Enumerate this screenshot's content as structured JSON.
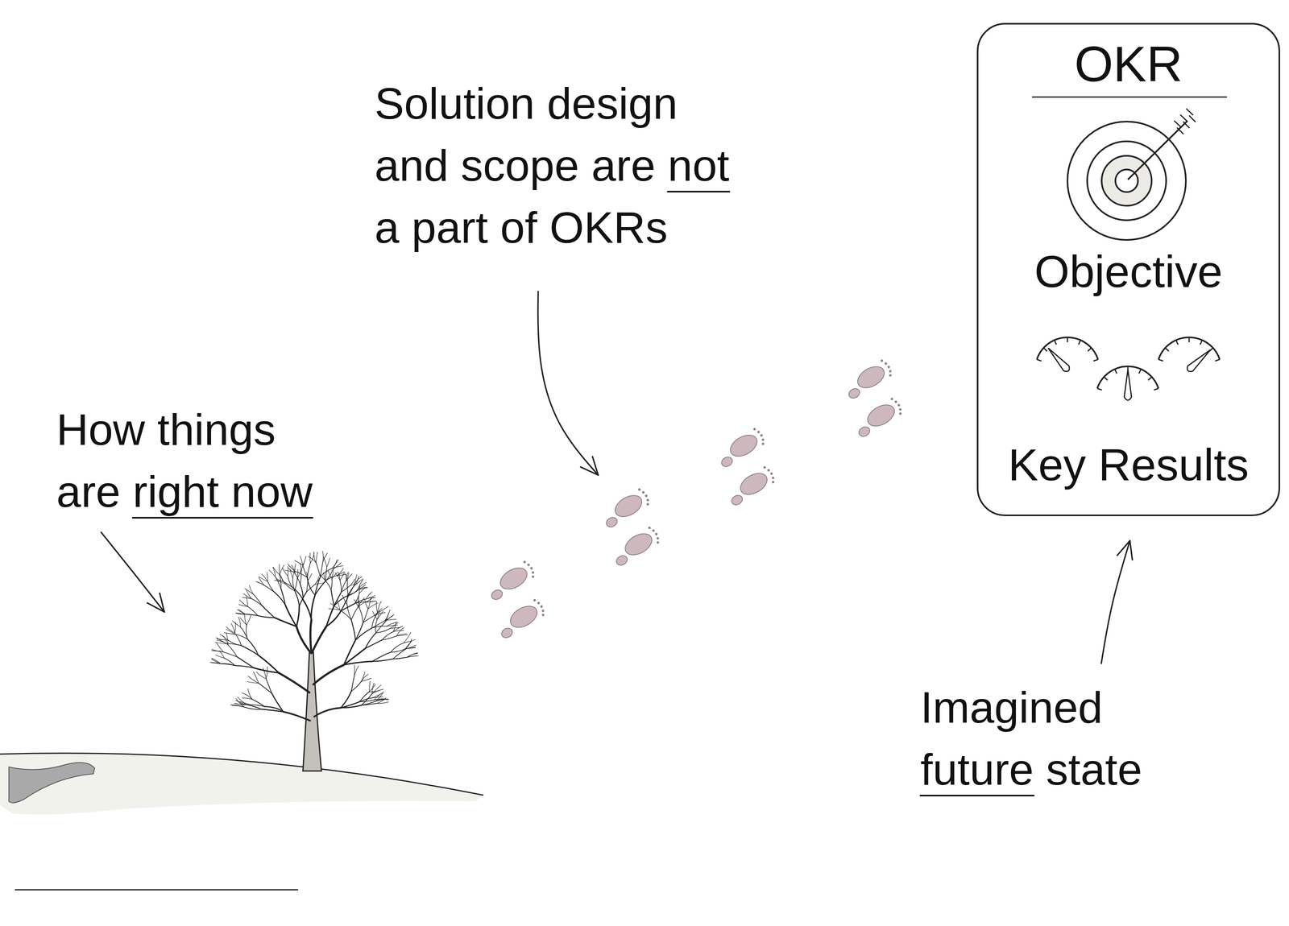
{
  "diagram": {
    "nodes": [
      {
        "text": [
          "OKR",
          "Objective",
          "Key Results"
        ]
      }
    ],
    "labels": [
      "Solution design and scope are not a part of OKRs",
      "How things are right now",
      "Imagined future state"
    ]
  }
}
